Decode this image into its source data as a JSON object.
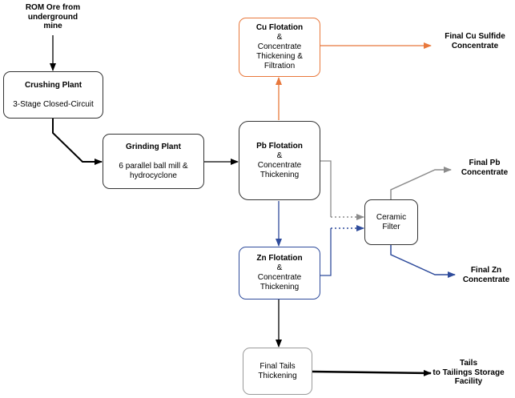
{
  "source_label": [
    "ROM Ore from",
    "underground",
    "mine"
  ],
  "crushing": {
    "title": "Crushing Plant",
    "detail": "3-Stage Closed-Circuit"
  },
  "grinding": {
    "title": "Grinding Plant",
    "detail": [
      "6 parallel ball mill &",
      "hydrocyclone"
    ]
  },
  "cu_flotation": {
    "title": "Cu Flotation",
    "detail": [
      "&",
      "Concentrate",
      "Thickening &",
      "Filtration"
    ]
  },
  "pb_flotation": {
    "title": "Pb Flotation",
    "detail": [
      "&",
      "Concentrate",
      "Thickening"
    ]
  },
  "zn_flotation": {
    "title": "Zn Flotation",
    "detail": [
      "&",
      "Concentrate",
      "Thickening"
    ]
  },
  "ceramic_filter": [
    "Ceramic",
    "Filter"
  ],
  "final_tails": [
    "Final Tails",
    "Thickening"
  ],
  "products": {
    "cu": [
      "Final Cu Sulfide",
      "Concentrate"
    ],
    "pb": [
      "Final Pb",
      "Concentrate"
    ],
    "zn": [
      "Final Zn",
      "Concentrate"
    ],
    "tails": [
      "Tails",
      "to Tailings Storage",
      "Facility"
    ]
  },
  "colors": {
    "cu": "#e8783c",
    "pb": "#8c8c8c",
    "zn": "#2f4c9c",
    "default": "#000000"
  }
}
